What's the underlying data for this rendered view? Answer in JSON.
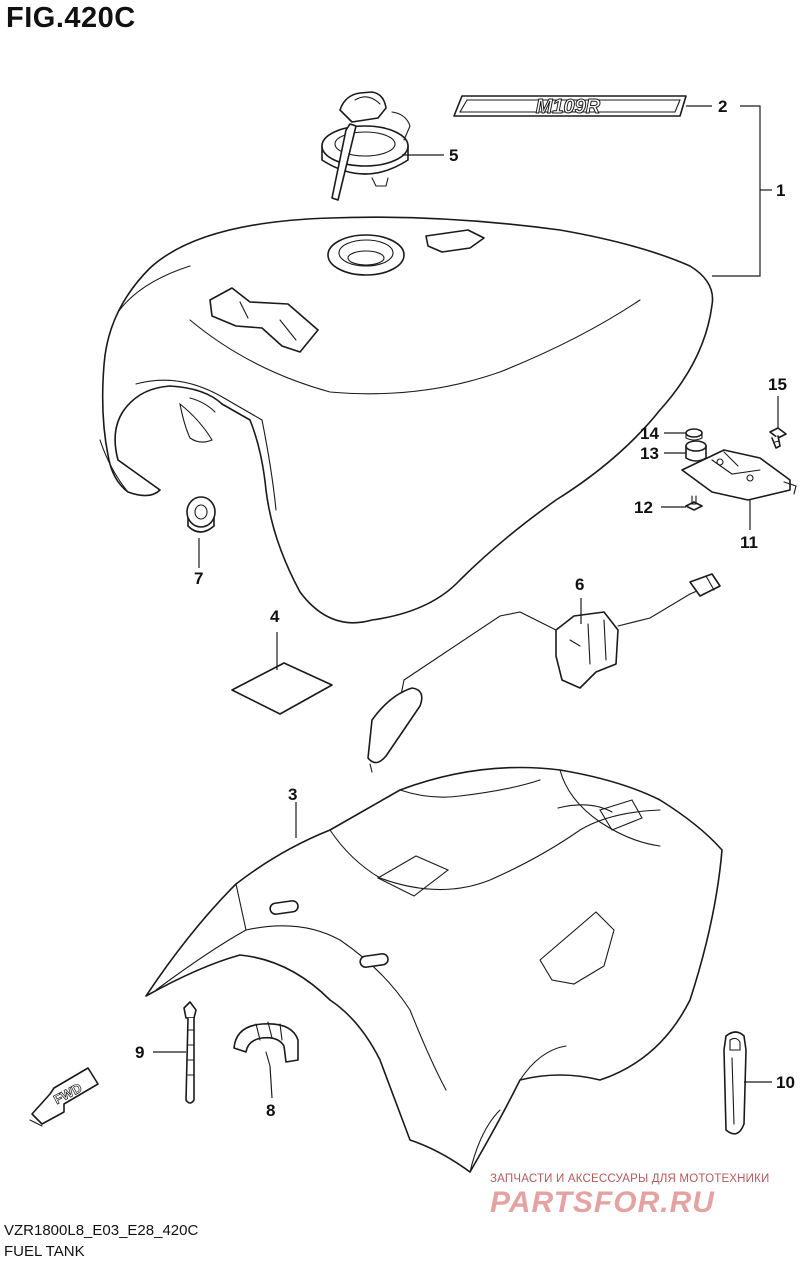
{
  "header": {
    "figure_title": "FIG.420C"
  },
  "footer": {
    "model_code": "VZR1800L8_E03_E28_420C",
    "section_name": "FUEL TANK"
  },
  "watermark": {
    "tagline": "ЗАПЧАСТИ И АКСЕССУАРЫ ДЛЯ МОТОТЕХНИКИ",
    "brand": "PARTSFOR.RU"
  },
  "emblem_text": "M109R",
  "direction_arrow": {
    "label": "FWD",
    "icon": "arrow-forward-icon"
  },
  "callouts": [
    {
      "number": "1"
    },
    {
      "number": "2"
    },
    {
      "number": "3"
    },
    {
      "number": "4"
    },
    {
      "number": "5"
    },
    {
      "number": "6"
    },
    {
      "number": "7"
    },
    {
      "number": "8"
    },
    {
      "number": "9"
    },
    {
      "number": "10"
    },
    {
      "number": "11"
    },
    {
      "number": "12"
    },
    {
      "number": "13"
    },
    {
      "number": "14"
    },
    {
      "number": "15"
    }
  ]
}
